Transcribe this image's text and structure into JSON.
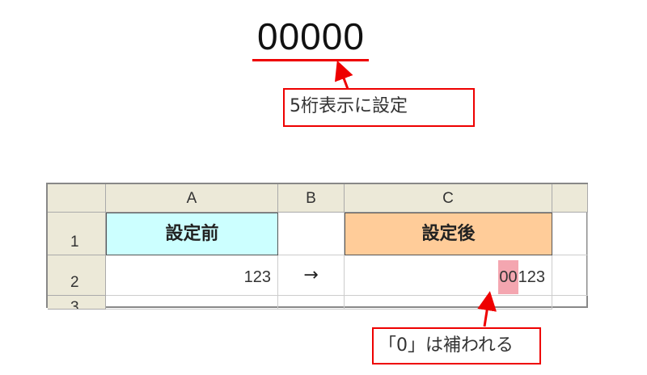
{
  "format_code": "00000",
  "callout_top": "5桁表示に設定",
  "callout_bottom": "「0」は補われる",
  "sheet": {
    "columns": [
      "A",
      "B",
      "C"
    ],
    "rows": [
      "1",
      "2",
      "3"
    ],
    "A1": "設定前",
    "C1": "設定後",
    "A2": "123",
    "B2": "→",
    "C2_padding": "00",
    "C2_value": "123"
  },
  "colors": {
    "accent": "#ee0000",
    "a1_fill": "#ccffff",
    "c1_fill": "#ffcc99",
    "highlight": "#f4a6b0"
  }
}
